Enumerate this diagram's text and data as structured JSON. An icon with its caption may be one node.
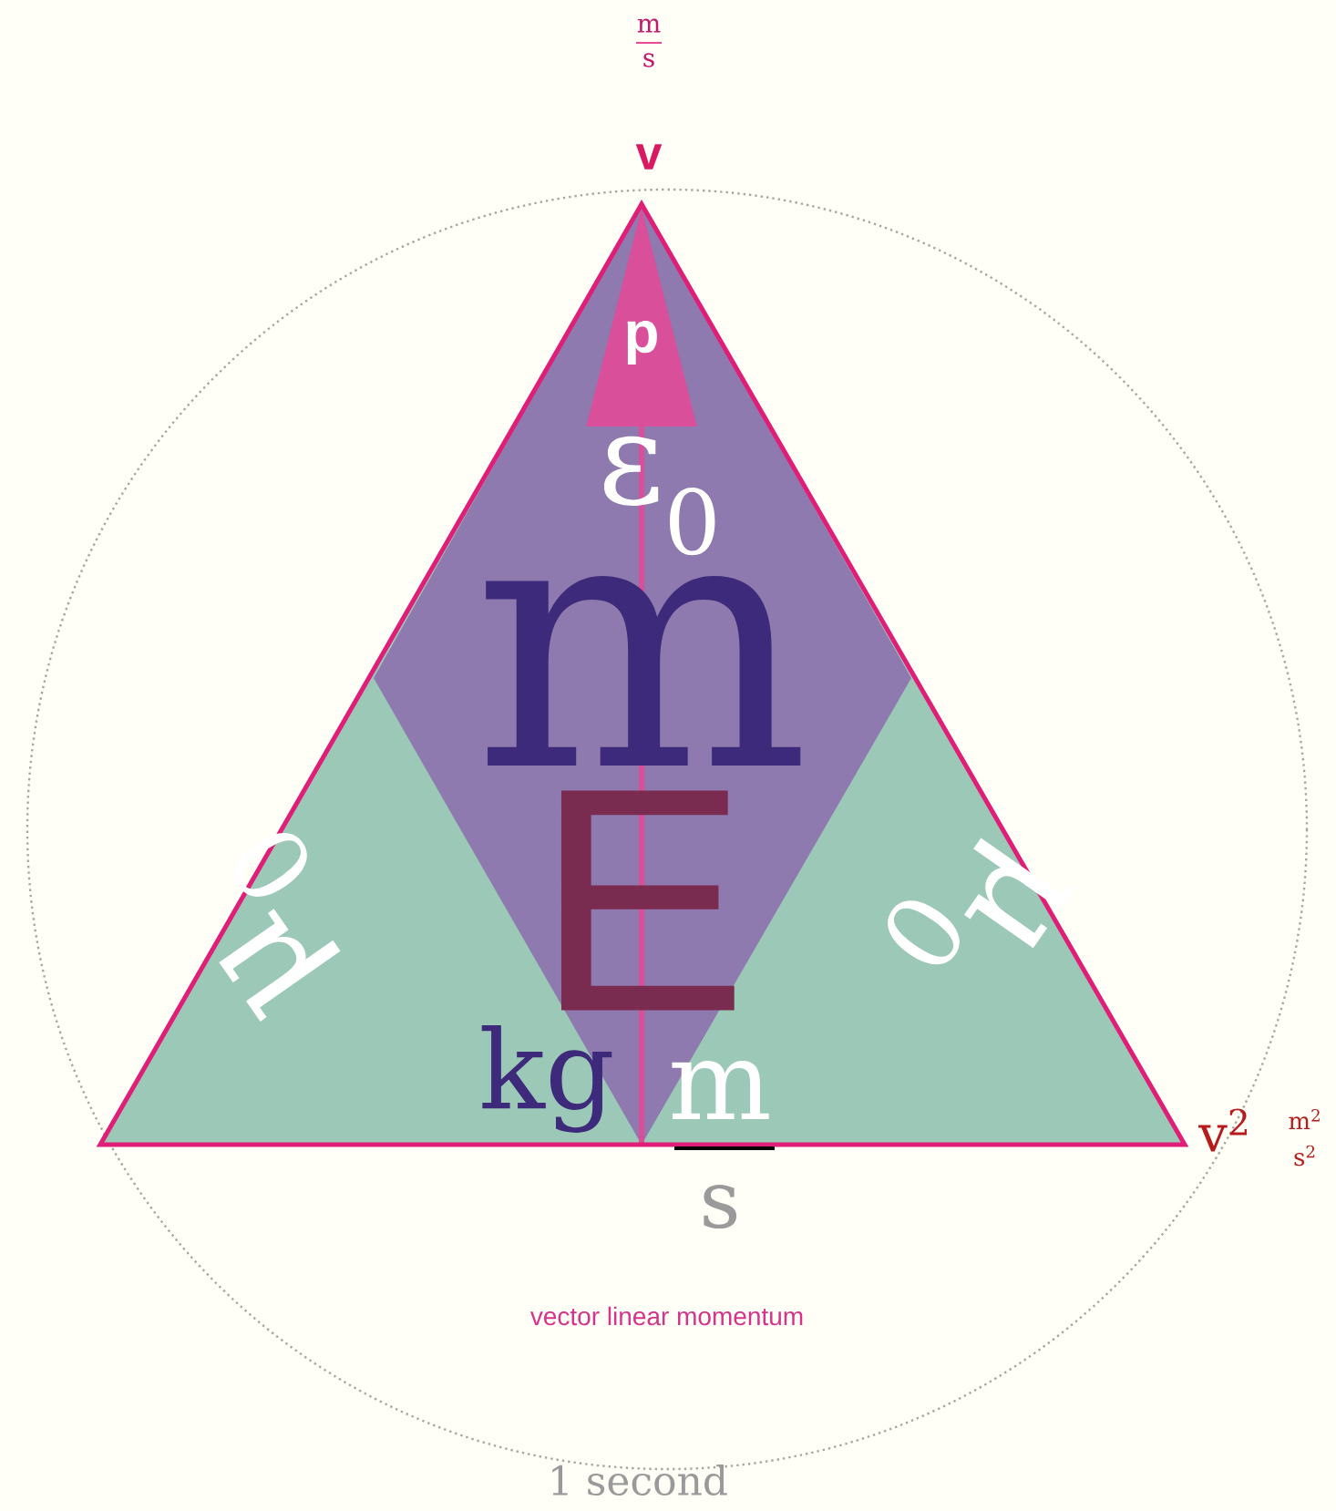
{
  "diagram": {
    "labels": [
      "m",
      "s",
      "v",
      "p",
      "ε$_{0}$",
      "E",
      "m",
      "μ$_{0}$",
      "μ$_{0}$",
      "kg",
      "m",
      "v$^{2}$",
      "m$^{2}$",
      "s$^{2}$",
      "s",
      "vector linear momentum",
      "1 second"
    ]
  }
}
